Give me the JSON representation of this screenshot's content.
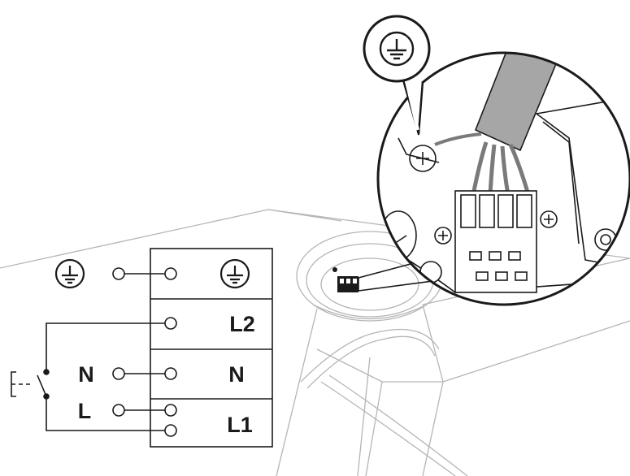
{
  "wiring_block": {
    "rows": [
      {
        "id": "earth",
        "right_symbol": "earth-ground"
      },
      {
        "id": "l2",
        "label": "L2"
      },
      {
        "id": "n",
        "label": "N"
      },
      {
        "id": "l1",
        "label": "L1"
      }
    ]
  },
  "supply_side": {
    "earth_symbol": "earth-ground",
    "neutral_label": "N",
    "live_label": "L",
    "switch_icon": "switch-icon"
  },
  "detail_view": {
    "earth_symbol": "earth-ground",
    "cable_color": "#9a9a9a"
  },
  "colors": {
    "line": "#1a1a1a",
    "sketch": "#b5b5b5",
    "panel_fill": "#e6e6e6",
    "cable": "#a6a6a6"
  }
}
